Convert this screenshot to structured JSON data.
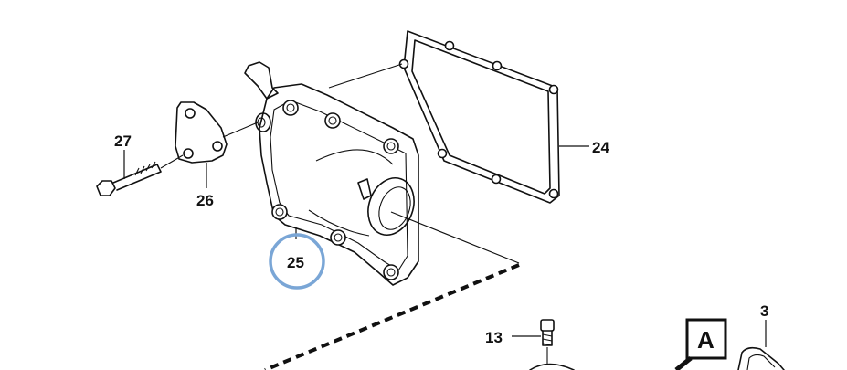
{
  "labels": {
    "part_27": "27",
    "part_26": "26",
    "part_25": "25",
    "part_24": "24",
    "part_13": "13",
    "part_3": "3",
    "callout_a": "A"
  },
  "colors": {
    "line": "#111111",
    "highlight_circle": "#7aa6d6",
    "background": "#ffffff"
  }
}
